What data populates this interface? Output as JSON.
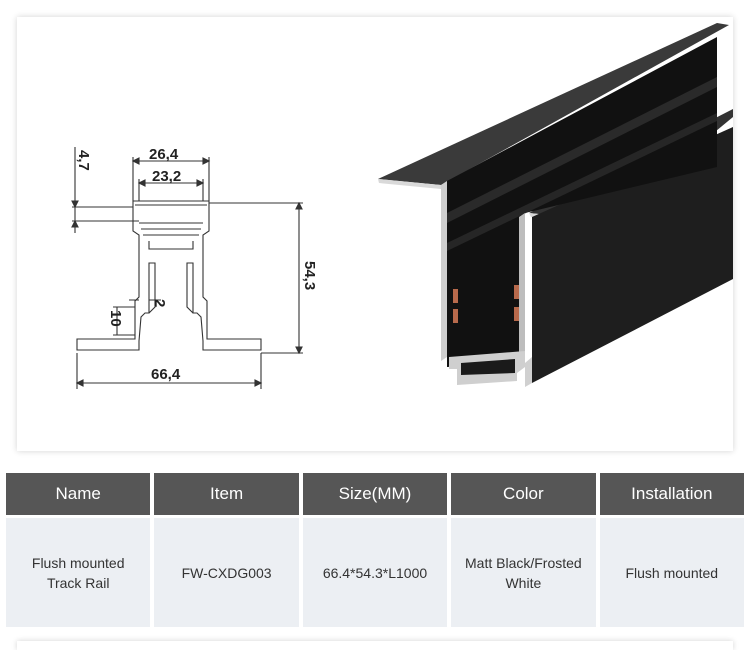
{
  "drawing": {
    "dim_top_outer": "26,4",
    "dim_top_inner": "23,2",
    "dim_lip": "4,7",
    "dim_height": "54,3",
    "dim_slot": "2",
    "dim_depth": "10",
    "dim_bottom": "66,4"
  },
  "table": {
    "headers": [
      "Name",
      "Item",
      "Size(MM)",
      "Color",
      "Installation"
    ],
    "row": {
      "name": "Flush mounted Track Rail",
      "item": "FW-CXDG003",
      "size": "66.4*54.3*L1000",
      "color": "Matt Black/Frosted White",
      "installation": "Flush mounted"
    }
  },
  "colors": {
    "header_bg": "#565656",
    "cell_bg": "#eceff3",
    "rail_black": "#1a1a1a",
    "copper": "#b86a4c"
  }
}
